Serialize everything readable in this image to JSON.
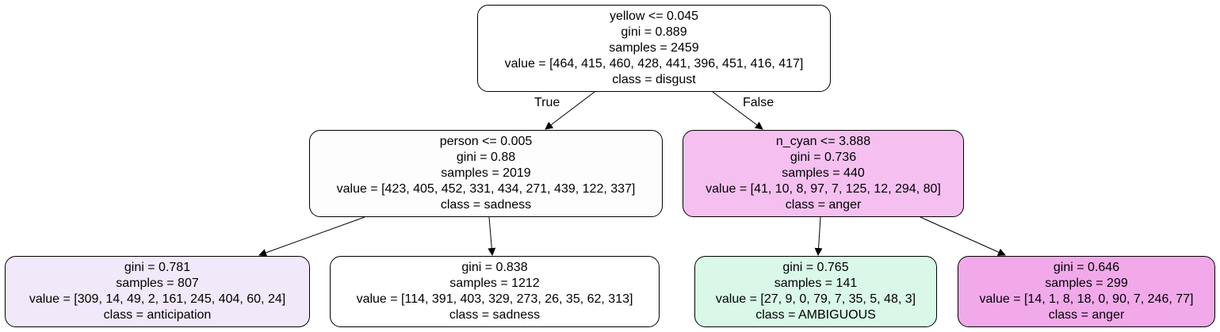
{
  "nodes": [
    {
      "split": "yellow <= 0.045",
      "gini": "gini = 0.889",
      "samples": "samples = 2459",
      "value": "value = [464, 415, 460, 428, 441, 396, 451, 416, 417]",
      "class": "class = disgust",
      "fill": "#ffffff"
    },
    {
      "split": "person <= 0.005",
      "gini": "gini = 0.88",
      "samples": "samples = 2019",
      "value": "value = [423, 405, 452, 331, 434, 271, 439, 122, 337]",
      "class": "class = sadness",
      "fill": "#fdfdfd"
    },
    {
      "split": "n_cyan <= 3.888",
      "gini": "gini = 0.736",
      "samples": "samples = 440",
      "value": "value = [41, 10, 8, 97, 7, 125, 12, 294, 80]",
      "class": "class = anger",
      "fill": "#f5c0f0"
    },
    {
      "gini": "gini = 0.781",
      "samples": "samples = 807",
      "value": "value = [309, 14, 49, 2, 161, 245, 404, 60, 24]",
      "class": "class = anticipation",
      "fill": "#f1e8fa"
    },
    {
      "gini": "gini = 0.838",
      "samples": "samples = 1212",
      "value": "value = [114, 391, 403, 329, 273, 26, 35, 62, 313]",
      "class": "class = sadness",
      "fill": "#ffffff"
    },
    {
      "gini": "gini = 0.765",
      "samples": "samples = 141",
      "value": "value = [27, 9, 0, 79, 7, 35, 5, 48, 3]",
      "class": "class = AMBIGUOUS",
      "fill": "#d9f8e8"
    },
    {
      "gini": "gini = 0.646",
      "samples": "samples = 299",
      "value": "value = [14, 1, 8, 18, 0, 90, 7, 246, 77]",
      "class": "class = anger",
      "fill": "#f2a9ea"
    }
  ],
  "edges": {
    "true_label": "True",
    "false_label": "False"
  }
}
